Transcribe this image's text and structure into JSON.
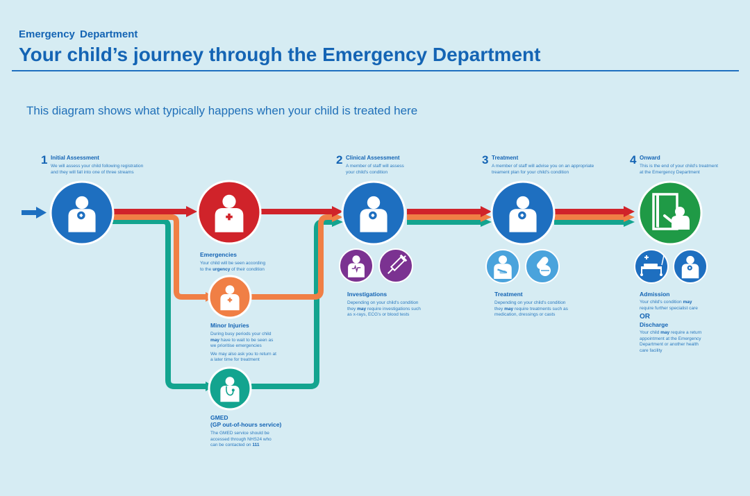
{
  "header": {
    "kicker": "Emergency  Department",
    "title": "Your child’s journey through the Emergency Department",
    "subtitle": "This diagram shows what typically happens when your child is treated here"
  },
  "colors": {
    "background": "#d6ecf3",
    "blue": "#1e6fc0",
    "red": "#d0232a",
    "orange": "#f07f45",
    "teal": "#13a48f",
    "purple": "#7b3291",
    "light_blue": "#4aa3dc",
    "green": "#1f9a46",
    "text": "#1464b4"
  },
  "steps": [
    {
      "number": "1",
      "heading": "Initial Assessment",
      "lines": [
        "We will assess your child following registration",
        "and they will fall into one of three streams"
      ],
      "icon": "child-plus-icon"
    },
    {
      "number": "2",
      "heading": "Clinical Assessment",
      "lines": [
        "A member of staff will assess",
        "your child's condition"
      ],
      "icon": "child-plus-icon"
    },
    {
      "number": "3",
      "heading": "Treatment",
      "lines": [
        "A member of staff will advise you on an appropriate",
        "treament plan for your child's condition"
      ],
      "icon": "child-plus-icon"
    },
    {
      "number": "4",
      "heading": "Onward",
      "lines": [
        "This is the end of your child's treatment",
        "at the Emergency Department"
      ],
      "icon": "exit-door-icon"
    }
  ],
  "streams": {
    "emergencies": {
      "title": "Emergencies",
      "line1": "Your child will be seen according",
      "line2_pre": "to the ",
      "line2_bold": "urgency",
      "line2_post": " of their condition"
    },
    "minor": {
      "title": "Minor Injuries",
      "line1": "During busy periods your child",
      "line2_bold": "may",
      "line2_post": " have to wait to be seen as",
      "line3": "we prioritise emergencies",
      "line4": "We may also ask you to return at",
      "line5": "a later time for treatment"
    },
    "gmed": {
      "title": "GMED",
      "subtitle": "(GP out-of-hours service)",
      "line1": "The GMED service should be",
      "line2": "accessed through NHS24 who",
      "line3_pre": "can be contacted on ",
      "line3_bold": "111"
    }
  },
  "investigations": {
    "title": "Investigations",
    "line1": "Depending on your child's condition",
    "line2_pre": "they ",
    "line2_bold": "may",
    "line2_post": " require investigations such",
    "line3": "as x-rays, ECG's or blood tests",
    "icons": [
      "ecg-icon",
      "syringe-icon"
    ]
  },
  "treatment": {
    "title": "Treatment",
    "line1": "Depending on your child's condition",
    "line2_pre": "they ",
    "line2_bold": "may",
    "line2_post": " require treatments such as",
    "line3": "medication, dressings or casts",
    "icons": [
      "arm-cast-icon",
      "pills-icon"
    ]
  },
  "onward": {
    "admission_title": "Admission",
    "admission_line1_pre": "Your child's condition ",
    "admission_line1_bold": "may",
    "admission_line2": "require further specialist care",
    "or": "OR",
    "discharge_title": "Discharge",
    "discharge_line1_pre": "Your child ",
    "discharge_line1_bold": "may",
    "discharge_line1_post": " require a return",
    "discharge_line2": "appointment at the Emergency",
    "discharge_line3": "Department or another health",
    "discharge_line4": "care facility",
    "icons": [
      "hospital-bed-icon",
      "child-plus-icon"
    ]
  }
}
